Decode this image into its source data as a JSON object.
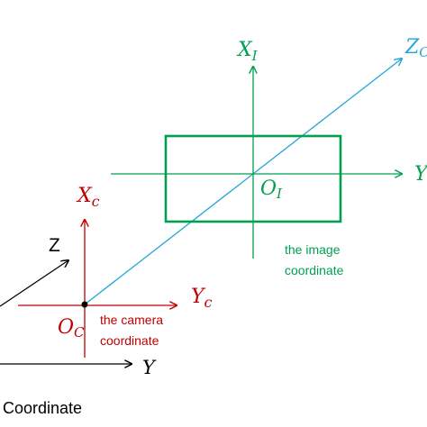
{
  "colors": {
    "world": "#000000",
    "camera": "#c00000",
    "image": "#00a050",
    "optical_axis": "#22a7d4"
  },
  "labels": {
    "world_z": "Z",
    "world_y": "Y",
    "caption": "Coordinate",
    "camera_x_main": "X",
    "camera_x_sub": "c",
    "camera_y_main": "Y",
    "camera_y_sub": "c",
    "camera_o_main": "O",
    "camera_o_sub": "C",
    "camera_text_1": "the camera",
    "camera_text_2": "coordinate",
    "image_x_main": "X",
    "image_x_sub": "I",
    "image_y_main": "Y",
    "image_o_main": "O",
    "image_o_sub": "I",
    "image_text_1": "the image",
    "image_text_2": "coordinate",
    "optical_z_main": "Z",
    "optical_z_sub": "C"
  }
}
